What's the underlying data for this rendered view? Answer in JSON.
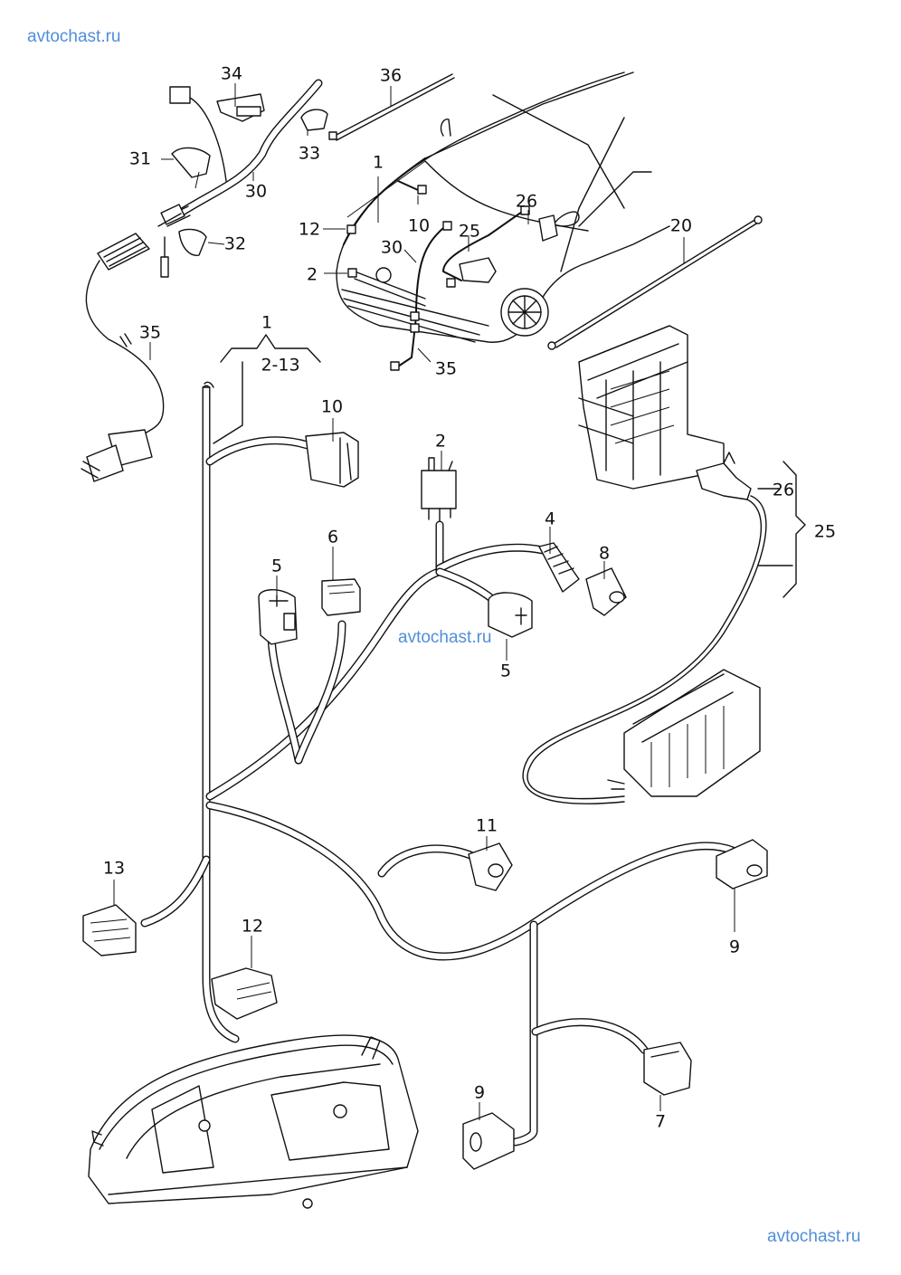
{
  "watermarks": {
    "top_left": "avtochast.ru",
    "center": "avtochast.ru",
    "bottom_right": "avtochast.ru"
  },
  "diagram": {
    "title": "Front wiring harness / headlight parts diagram",
    "callouts": [
      {
        "id": "c34",
        "text": "34",
        "part": "clip"
      },
      {
        "id": "c36",
        "text": "36",
        "part": "cable tie"
      },
      {
        "id": "c31",
        "text": "31",
        "part": "holder"
      },
      {
        "id": "c33",
        "text": "33",
        "part": "clip"
      },
      {
        "id": "c30a",
        "text": "30",
        "part": "wiring set"
      },
      {
        "id": "c32",
        "text": "32",
        "part": "grommet half"
      },
      {
        "id": "c1a",
        "text": "1",
        "part": "wiring harness on car"
      },
      {
        "id": "c12a",
        "text": "12",
        "part": "connector location on car"
      },
      {
        "id": "c10a",
        "text": "10",
        "part": "connector location on car"
      },
      {
        "id": "c26a",
        "text": "26",
        "part": "connector location on car"
      },
      {
        "id": "c25a",
        "text": "25",
        "part": "harness location on car"
      },
      {
        "id": "c30b",
        "text": "30",
        "part": "wiring location on car"
      },
      {
        "id": "c2a",
        "text": "2",
        "part": "connector location on car"
      },
      {
        "id": "c35a",
        "text": "35",
        "part": "wiring location on car"
      },
      {
        "id": "c20",
        "text": "20",
        "part": "earth strap"
      },
      {
        "id": "c35b",
        "text": "35",
        "part": "cable with plug"
      },
      {
        "id": "c1b",
        "text": "1",
        "part": "wiring harness"
      },
      {
        "id": "c213",
        "text": "2-13",
        "part": "harness components range"
      },
      {
        "id": "c10b",
        "text": "10",
        "part": "connector"
      },
      {
        "id": "c2b",
        "text": "2",
        "part": "relay connector"
      },
      {
        "id": "c4",
        "text": "4",
        "part": "grommet"
      },
      {
        "id": "c8",
        "text": "8",
        "part": "connector 2-pin"
      },
      {
        "id": "c26b",
        "text": "26",
        "part": "connector"
      },
      {
        "id": "c25b",
        "text": "25",
        "part": "adapter harness"
      },
      {
        "id": "c5a",
        "text": "5",
        "part": "connector 2-pin"
      },
      {
        "id": "c6",
        "text": "6",
        "part": "connector"
      },
      {
        "id": "c5b",
        "text": "5",
        "part": "connector 2-pin"
      },
      {
        "id": "c11",
        "text": "11",
        "part": "connector 2-pin"
      },
      {
        "id": "c13",
        "text": "13",
        "part": "connector multi-pin"
      },
      {
        "id": "c9a",
        "text": "9",
        "part": "connector 2-pin"
      },
      {
        "id": "c12b",
        "text": "12",
        "part": "connector multi-pin"
      },
      {
        "id": "c9b",
        "text": "9",
        "part": "connector 2-pin"
      },
      {
        "id": "c7",
        "text": "7",
        "part": "connector"
      }
    ]
  }
}
